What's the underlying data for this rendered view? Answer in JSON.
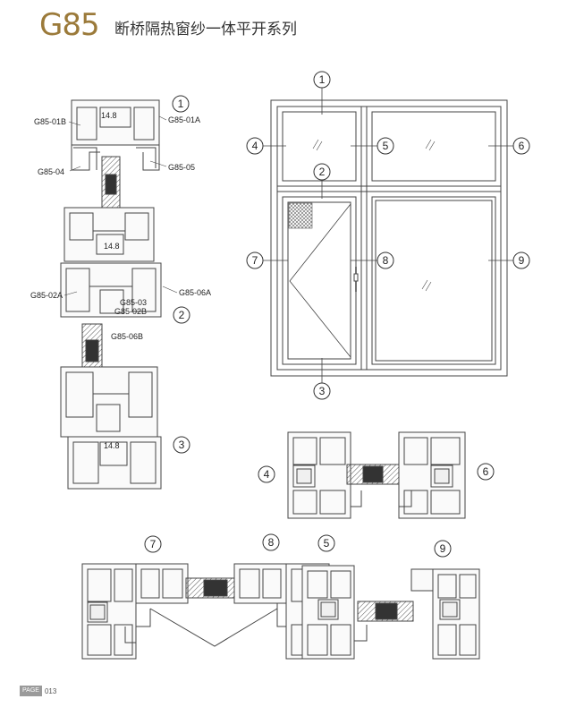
{
  "header": {
    "model": "G85",
    "title": "断桥隔热窗纱一体平开系列"
  },
  "profiles": {
    "g85_01b": "G85-01B",
    "g85_01a": "G85-01A",
    "g85_04": "G85-04",
    "g85_05": "G85-05",
    "g85_02a": "G85-02A",
    "g85_06a": "G85-06A",
    "g85_03": "G85-03",
    "g85_02b": "G85-02B",
    "g85_06b": "G85-06B",
    "dim_a": "14.8",
    "dim_b": "14.8",
    "dim_c": "14.8"
  },
  "callouts": {
    "n1": "1",
    "n2": "2",
    "n3": "3",
    "n4": "4",
    "n5": "5",
    "n6": "6",
    "n7": "7",
    "n8": "8",
    "n9": "9"
  },
  "footer": {
    "page_label": "PAGE",
    "page_number": "013"
  }
}
